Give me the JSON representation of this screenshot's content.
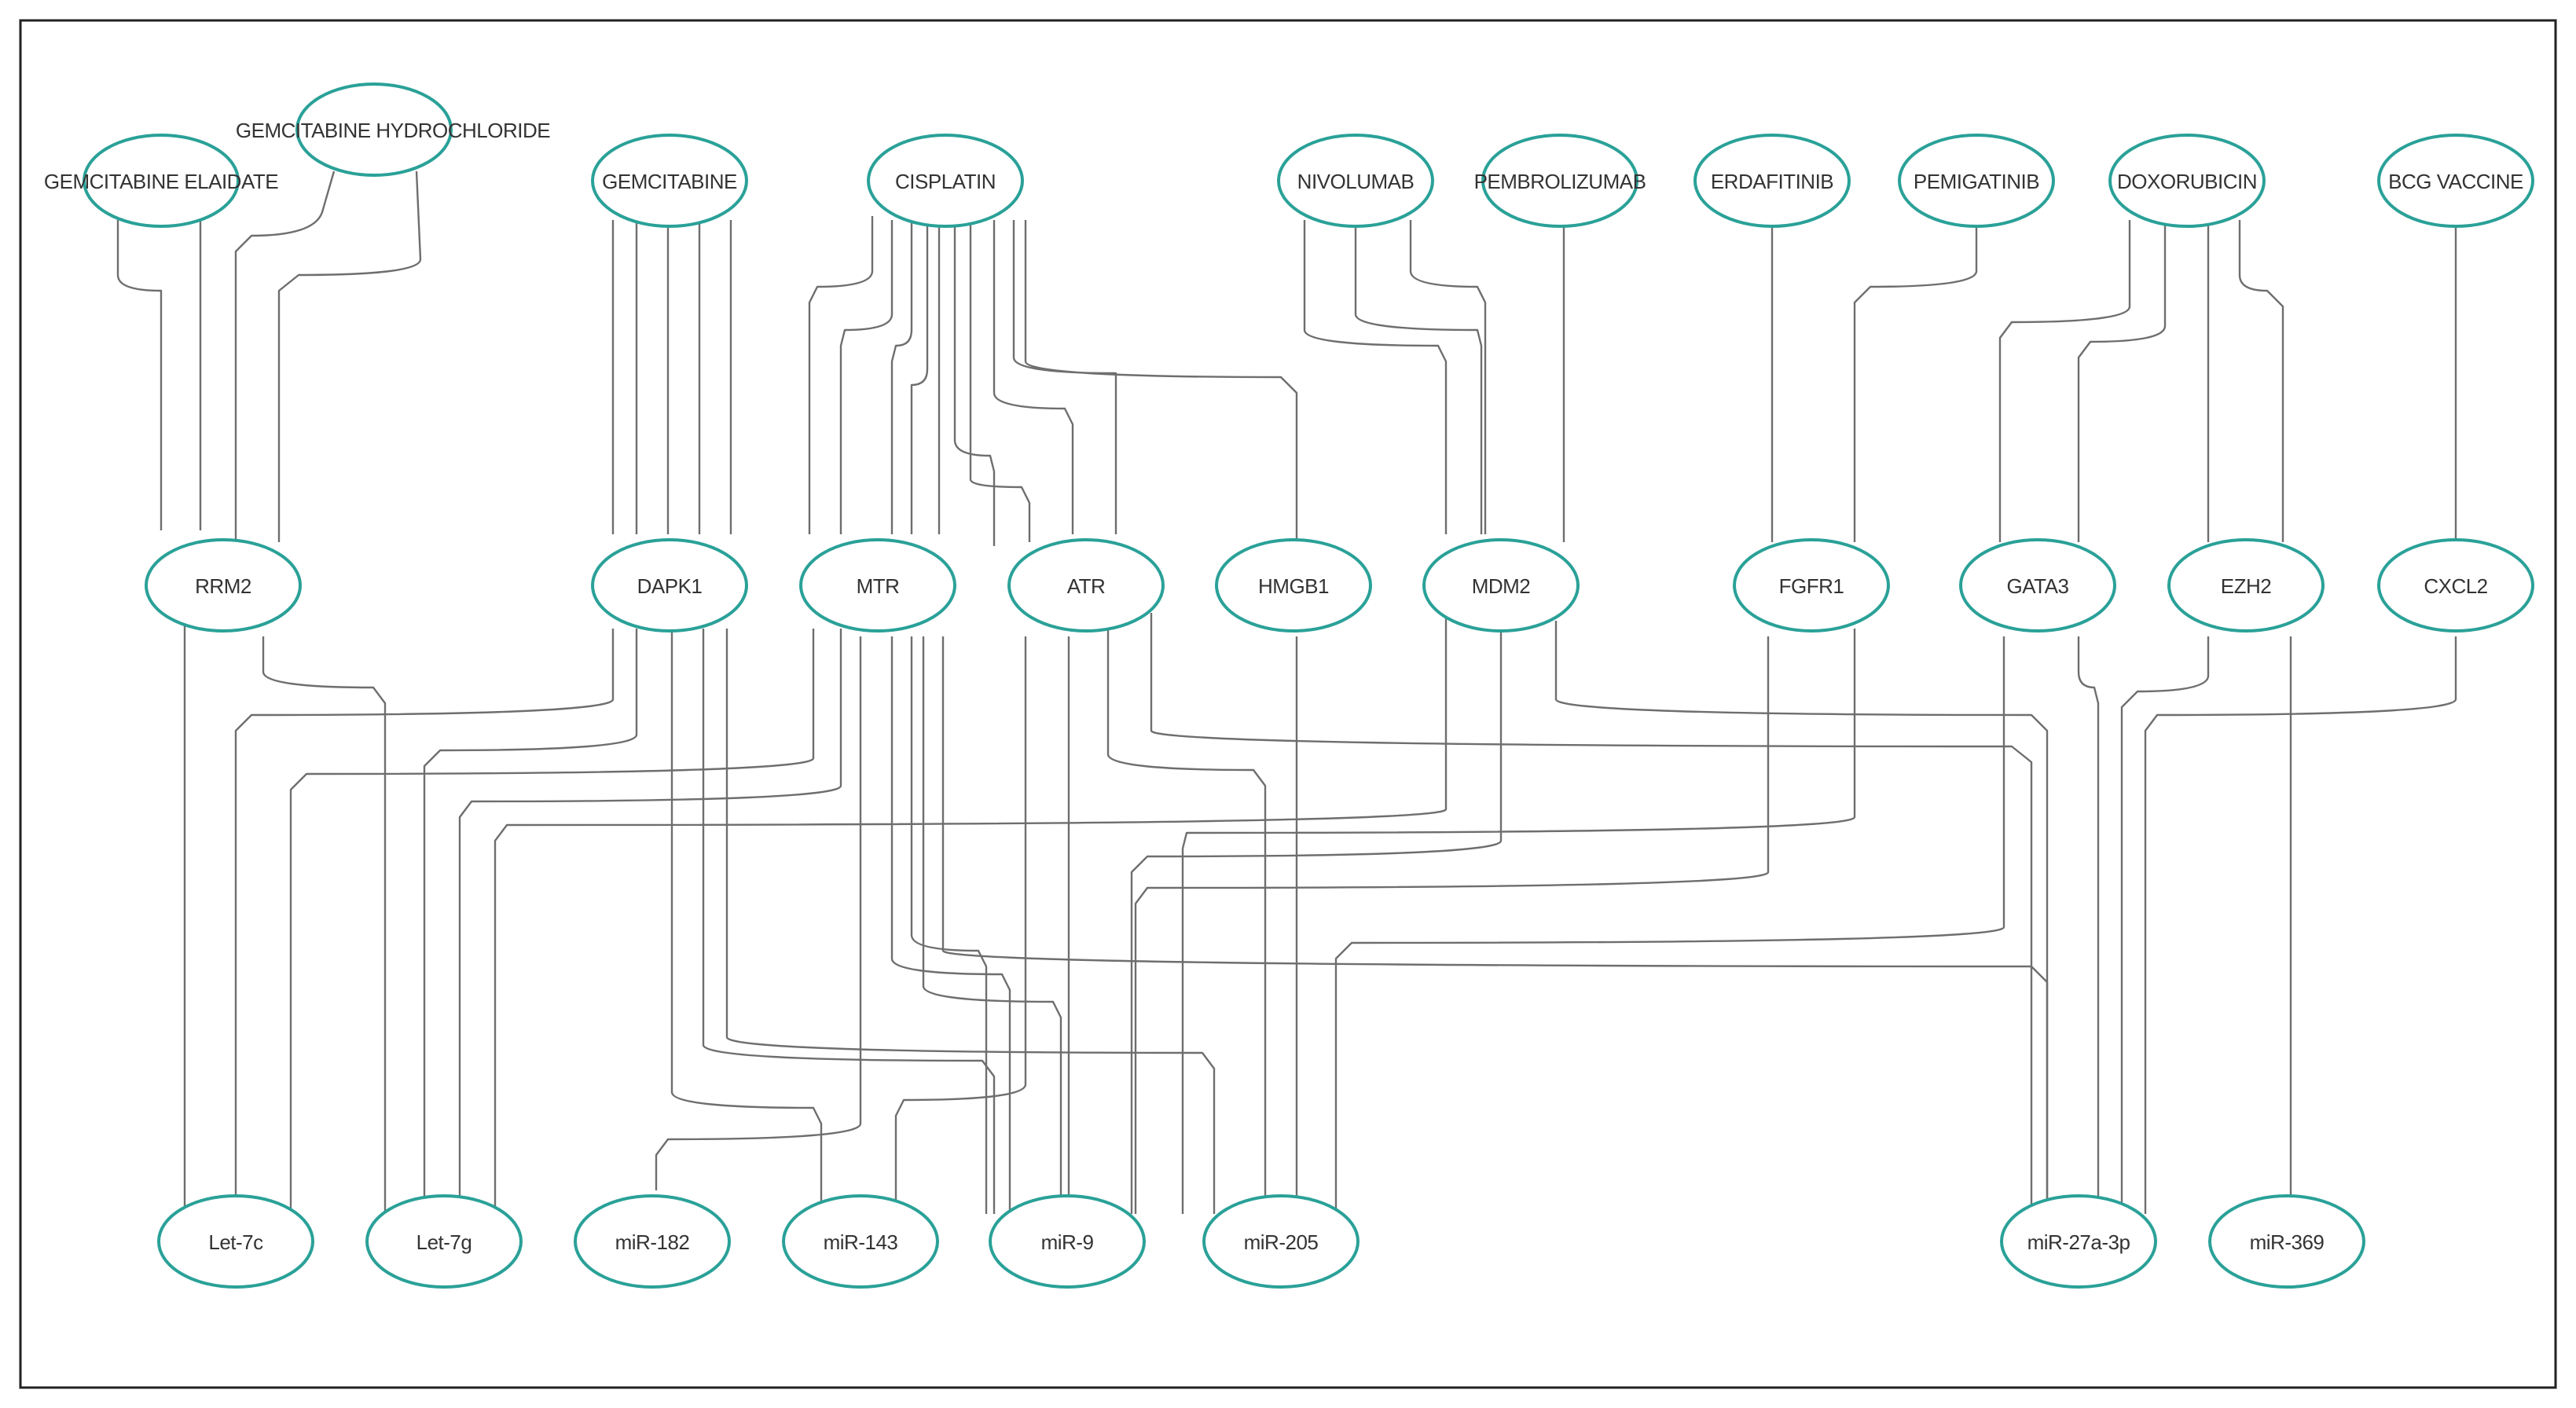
{
  "colors": {
    "node_border": "#2aa198",
    "edge": "#6e6e6e",
    "text": "#333333",
    "frame": "#222222"
  },
  "nodes": {
    "gemcitabine_elaidate": "GEMCITABINE ELAIDATE",
    "gemcitabine_hydrochloride": "GEMCITABINE HYDROCHLORIDE",
    "gemcitabine": "GEMCITABINE",
    "cisplatin": "CISPLATIN",
    "nivolumab": "NIVOLUMAB",
    "pembrolizumab": "PEMBROLIZUMAB",
    "erdafitinib": "ERDAFITINIB",
    "pemigatinib": "PEMIGATINIB",
    "doxorubicin": "DOXORUBICIN",
    "bcg_vaccine": "BCG VACCINE",
    "rrm2": "RRM2",
    "dapk1": "DAPK1",
    "mtr": "MTR",
    "atr": "ATR",
    "hmgb1": "HMGB1",
    "mdm2": "MDM2",
    "fgfr1": "FGFR1",
    "gata3": "GATA3",
    "ezh2": "EZH2",
    "cxcl2": "CXCL2",
    "let_7c": "Let-7c",
    "let_7g": "Let-7g",
    "mir_182": "miR-182",
    "mir_143": "miR-143",
    "mir_9": "miR-9",
    "mir_205": "miR-205",
    "mir_27a_3p": "miR-27a-3p",
    "mir_369": "miR-369"
  }
}
